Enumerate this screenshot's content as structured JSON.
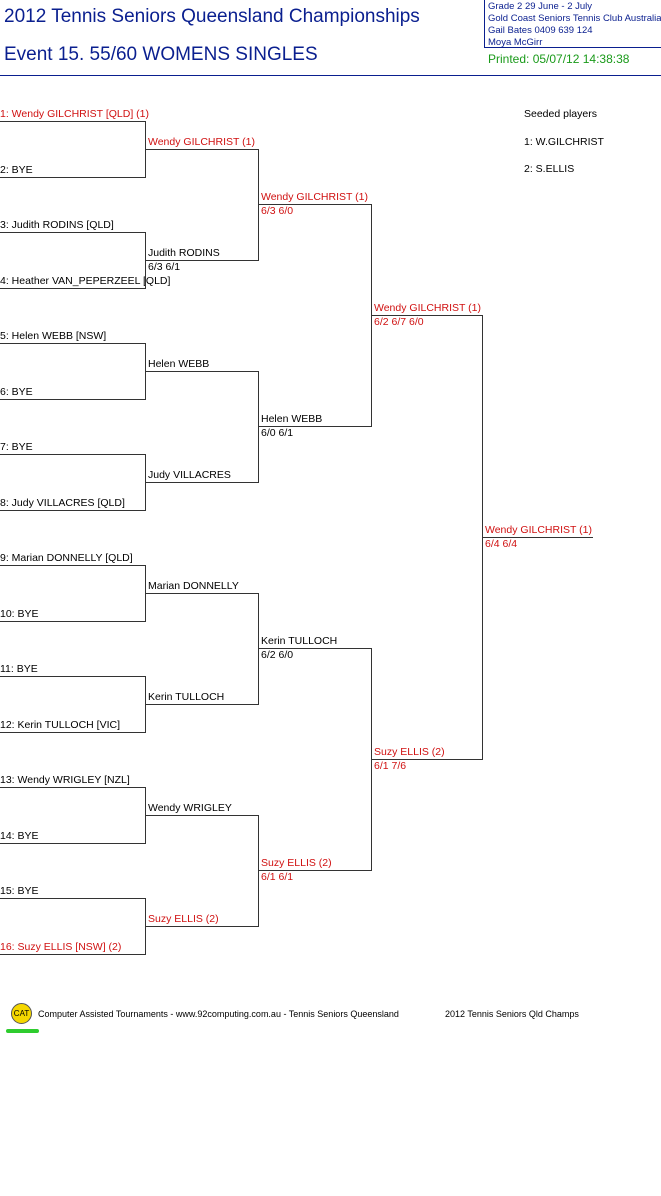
{
  "header": {
    "title": "2012 Tennis Seniors Queensland Championships",
    "event": "Event 15. 55/60 WOMENS SINGLES",
    "info_lines": [
      "Grade 2    29 June - 2 July",
      "Gold Coast Seniors Tennis Club   Australia",
      "Gail Bates    0409 639 124",
      "Moya McGirr"
    ],
    "printed": "Printed: 05/07/12 14:38:38"
  },
  "draw": {
    "r1": [
      {
        "text": "1: Wendy GILCHRIST [QLD] (1)",
        "seed": true
      },
      {
        "text": "2: BYE",
        "seed": false
      },
      {
        "text": "3: Judith RODINS [QLD]",
        "seed": false
      },
      {
        "text": "4: Heather VAN_PEPERZEEL [QLD]",
        "seed": false
      },
      {
        "text": "5: Helen WEBB [NSW]",
        "seed": false
      },
      {
        "text": "6: BYE",
        "seed": false
      },
      {
        "text": "7: BYE",
        "seed": false
      },
      {
        "text": "8: Judy VILLACRES [QLD]",
        "seed": false
      },
      {
        "text": "9: Marian DONNELLY [QLD]",
        "seed": false
      },
      {
        "text": "10: BYE",
        "seed": false
      },
      {
        "text": "11: BYE",
        "seed": false
      },
      {
        "text": "12: Kerin TULLOCH [VIC]",
        "seed": false
      },
      {
        "text": "13: Wendy WRIGLEY [NZL]",
        "seed": false
      },
      {
        "text": "14: BYE",
        "seed": false
      },
      {
        "text": "15: BYE",
        "seed": false
      },
      {
        "text": "16: Suzy ELLIS [NSW] (2)",
        "seed": true
      }
    ],
    "r2": [
      {
        "name": "Wendy GILCHRIST (1)",
        "score": "",
        "seed": true
      },
      {
        "name": "Judith RODINS",
        "score": "6/3 6/1",
        "seed": false
      },
      {
        "name": "Helen WEBB",
        "score": "",
        "seed": false
      },
      {
        "name": "Judy VILLACRES",
        "score": "",
        "seed": false
      },
      {
        "name": "Marian DONNELLY",
        "score": "",
        "seed": false
      },
      {
        "name": "Kerin TULLOCH",
        "score": "",
        "seed": false
      },
      {
        "name": "Wendy WRIGLEY",
        "score": "",
        "seed": false
      },
      {
        "name": "Suzy ELLIS (2)",
        "score": "",
        "seed": true
      }
    ],
    "r3": [
      {
        "name": "Wendy GILCHRIST (1)",
        "score": "6/3 6/0",
        "seed": true
      },
      {
        "name": "Helen WEBB",
        "score": "6/0 6/1",
        "seed": false
      },
      {
        "name": "Kerin TULLOCH",
        "score": "6/2 6/0",
        "seed": false
      },
      {
        "name": "Suzy ELLIS (2)",
        "score": "6/1 6/1",
        "seed": true
      }
    ],
    "r4": [
      {
        "name": "Wendy GILCHRIST (1)",
        "score": "6/2 6/7 6/0",
        "seed": true
      },
      {
        "name": "Suzy ELLIS (2)",
        "score": "6/1 7/6",
        "seed": true
      }
    ],
    "r5": [
      {
        "name": "Wendy GILCHRIST (1)",
        "score": "6/4 6/4",
        "seed": true
      }
    ]
  },
  "seeded": {
    "heading": "Seeded players",
    "list": [
      "1: W.GILCHRIST",
      "2: S.ELLIS"
    ]
  },
  "footer": {
    "badge": "CAT",
    "credit": "Computer Assisted Tournaments - www.92computing.com.au -  Tennis Seniors Queensland",
    "event": "2012 Tennis Seniors Qld Champs"
  }
}
